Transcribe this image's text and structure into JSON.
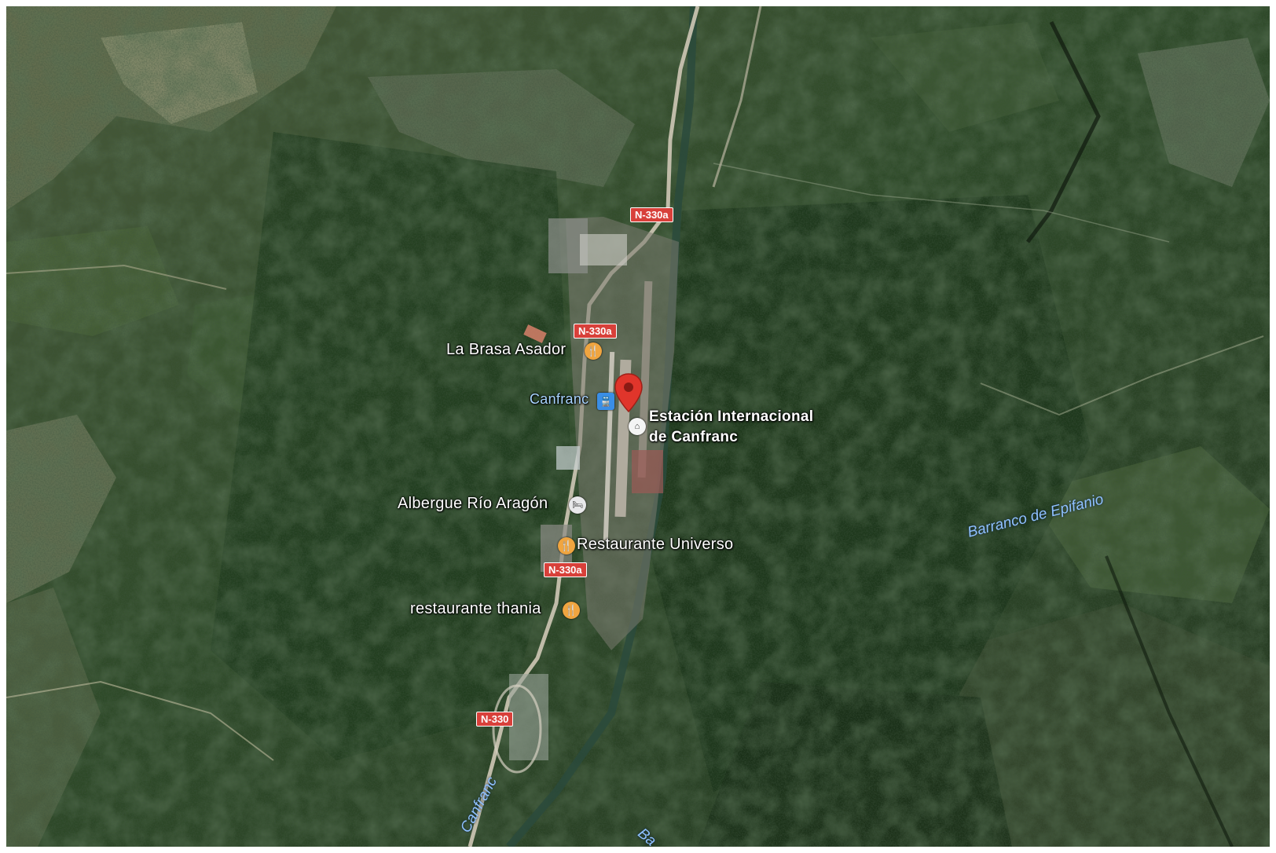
{
  "map": {
    "view": "satellite",
    "accent_color": "#d8403a",
    "selected_place": {
      "name_line1": "Estación Internacional",
      "name_line2": "de Canfranc",
      "icon": "landmark-icon"
    },
    "places": [
      {
        "name": "La Brasa Asador",
        "icon": "restaurant-icon"
      },
      {
        "name": "Canfranc",
        "icon": "train-station-icon"
      },
      {
        "name": "Albergue Río Aragón",
        "icon": "lodging-icon"
      },
      {
        "name": "Restaurante Universo",
        "icon": "restaurant-icon"
      },
      {
        "name": "restaurante thania",
        "icon": "restaurant-icon"
      }
    ],
    "road_shields": [
      "N-330a",
      "N-330a",
      "N-330a",
      "N-330"
    ],
    "water_labels": [
      "Barranco de Epifanio",
      "Canfranc",
      "Ba"
    ]
  }
}
